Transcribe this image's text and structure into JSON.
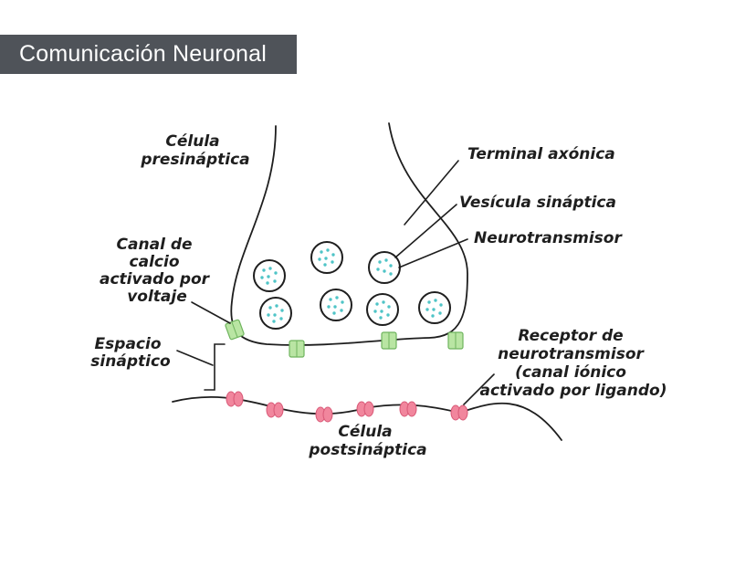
{
  "header": {
    "title": "Comunicación Neuronal"
  },
  "labels": {
    "presynaptic": [
      "Célula",
      "presináptica"
    ],
    "axon_terminal": "Terminal axónica",
    "synaptic_vesicle": "Vesícula sináptica",
    "neurotransmitter": "Neurotransmisor",
    "calcium_channel": [
      "Canal de",
      "calcio",
      "activado por",
      "voltaje"
    ],
    "synaptic_cleft": [
      "Espacio",
      "sináptico"
    ],
    "receptor": [
      "Receptor de",
      "neurotransmisor",
      "(canal iónico",
      "activado por ligando)"
    ],
    "postsynaptic": [
      "Célula",
      "postsináptica"
    ]
  },
  "colors": {
    "title_bg": "#4f5359",
    "neurotransmitter": "#4fc4c7",
    "calcium_channel": "#b9e5a3",
    "receptor": "#f1869d"
  }
}
